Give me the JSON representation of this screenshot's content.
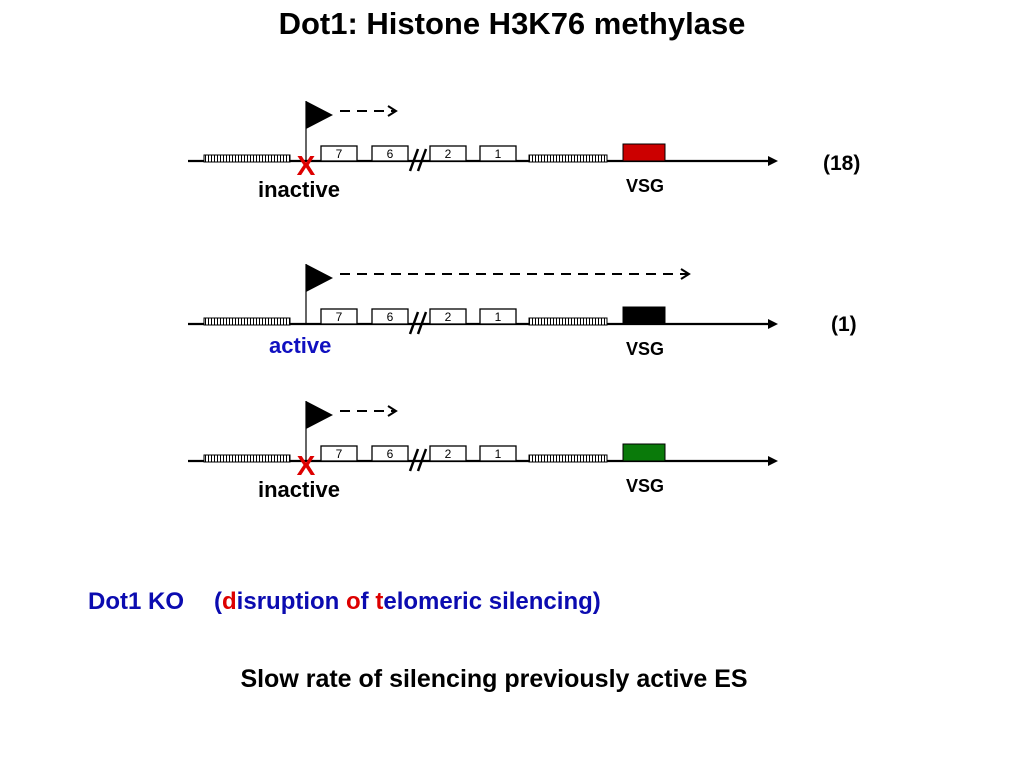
{
  "title": "Dot1: Histone H3K76 methylase",
  "gene_labels": [
    "7",
    "6",
    "2",
    "1"
  ],
  "rows": [
    {
      "status": "inactive",
      "status_color": "#000000",
      "promoter_blocked": true,
      "blocked_mark": "X",
      "transcription": "short",
      "vsg_color": "#cc0000",
      "vsg_label": "VSG",
      "count": "(18)"
    },
    {
      "status": "active",
      "status_color": "#1010c0",
      "promoter_blocked": false,
      "blocked_mark": "",
      "transcription": "long",
      "vsg_color": "#000000",
      "vsg_label": "VSG",
      "count": "(1)"
    },
    {
      "status": "inactive",
      "status_color": "#000000",
      "promoter_blocked": true,
      "blocked_mark": "X",
      "transcription": "short",
      "vsg_color": "#0a7a0a",
      "vsg_label": "VSG",
      "count": ""
    }
  ],
  "footer": {
    "ko_label": "Dot1 KO",
    "expansion": [
      {
        "text": "(",
        "color": "blue"
      },
      {
        "text": "d",
        "color": "red"
      },
      {
        "text": "isruption ",
        "color": "blue"
      },
      {
        "text": "o",
        "color": "red"
      },
      {
        "text": "f ",
        "color": "blue"
      },
      {
        "text": "t",
        "color": "red"
      },
      {
        "text": "elomeric silencing)",
        "color": "blue"
      }
    ],
    "summary": "Slow rate of silencing previously active ES"
  }
}
